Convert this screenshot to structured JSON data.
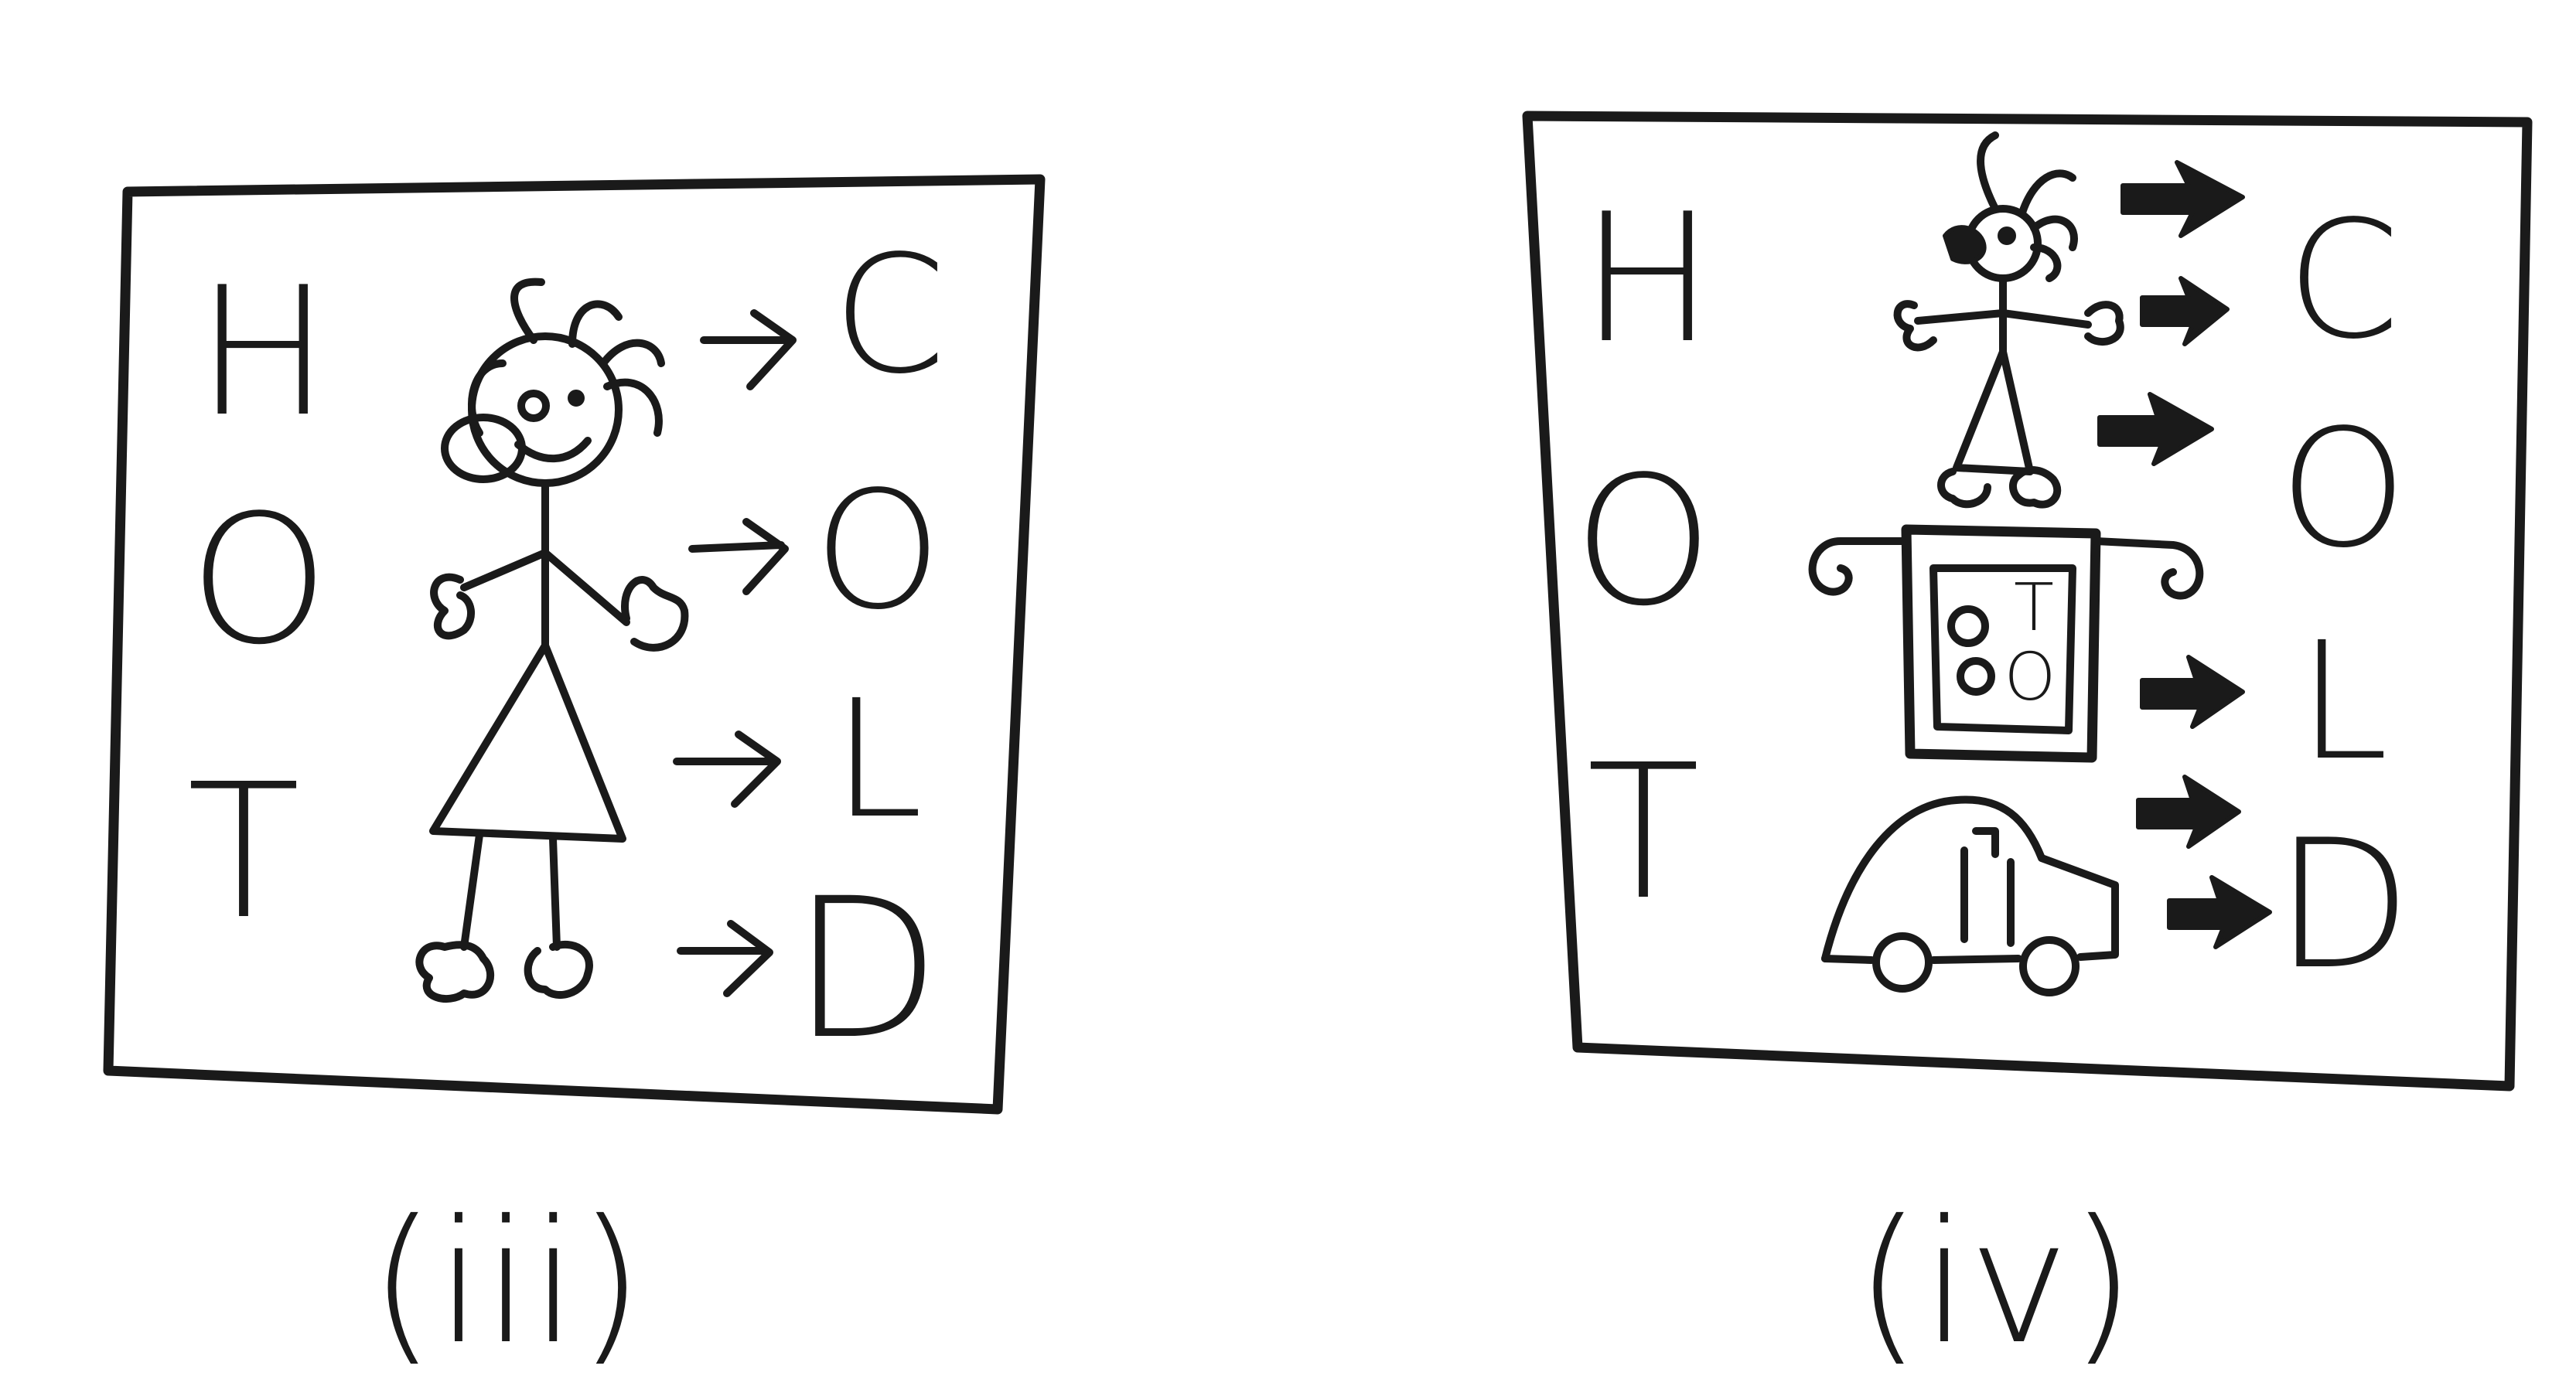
{
  "panels": [
    {
      "caption": "(iii)",
      "left_letters": [
        "H",
        "O",
        "T"
      ],
      "right_letters": [
        "C",
        "O",
        "L",
        "D"
      ]
    },
    {
      "caption": "(iv)",
      "left_letters": [
        "H",
        "O",
        "T"
      ],
      "right_letters": [
        "C",
        "O",
        "L",
        "D"
      ],
      "box_letters": [
        "T",
        "O"
      ]
    }
  ]
}
